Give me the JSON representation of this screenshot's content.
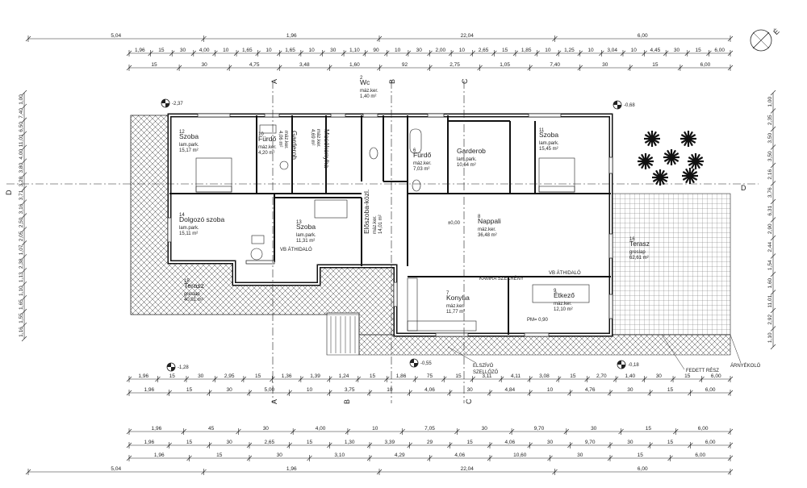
{
  "north_label": "É",
  "dims": {
    "top1": [
      "5,04",
      "1,96",
      "22,04",
      "6,00"
    ],
    "top2": [
      "1,96",
      "15",
      "30",
      "4,00",
      "10",
      "1,65",
      "10",
      "1,65",
      "10",
      "30",
      "1,10",
      "90",
      "10",
      "30",
      "2,00",
      "10",
      "2,65",
      "15",
      "1,85",
      "10",
      "1,25",
      "10",
      "3,04",
      "10",
      "4,45",
      "30",
      "15",
      "6,00"
    ],
    "top3": [
      "15",
      "30",
      "4,75",
      "3,48",
      "1,60",
      "92",
      "2,75",
      "1,05",
      "7,40",
      "30",
      "15",
      "6,00"
    ],
    "bottom1": [
      "1,96",
      "15",
      "30",
      "2,95",
      "15",
      "1,36",
      "1,39",
      "1,24",
      "15",
      "1,86",
      "75",
      "15",
      "3,11",
      "4,11",
      "3,08",
      "15",
      "2,70",
      "1,40",
      "30",
      "15",
      "6,00"
    ],
    "bottom2": [
      "1,96",
      "15",
      "30",
      "5,00",
      "10",
      "3,75",
      "10",
      "4,06",
      "30",
      "4,84",
      "10",
      "4,76",
      "30",
      "15",
      "6,00"
    ],
    "bottom3": [
      "1,96",
      "45",
      "30",
      "4,00",
      "10",
      "7,05",
      "30",
      "9,70",
      "30",
      "15",
      "6,00"
    ],
    "bottom4": [
      "1,96",
      "15",
      "30",
      "2,65",
      "15",
      "1,30",
      "3,39",
      "29",
      "15",
      "4,06",
      "30",
      "9,70",
      "30",
      "15",
      "6,00"
    ],
    "bottom5": [
      "1,96",
      "15",
      "30",
      "3,10",
      "4,29",
      "4,06",
      "10,60",
      "30",
      "15",
      "6,00"
    ],
    "bottom6": [
      "5,04",
      "1,96",
      "22,04",
      "6,00"
    ],
    "left": [
      "1,00",
      "7,40",
      "6,50",
      "11,01",
      "4,00",
      "3,80",
      "3,28",
      "3,71",
      "3,16",
      "2,50",
      "2,05",
      "1,07",
      "2,38",
      "1,13",
      "1,10",
      "1,65",
      "1,55",
      "1,16"
    ],
    "right": [
      "1,00",
      "2,35",
      "3,50",
      "3,50",
      "2,16",
      "3,76",
      "6,31",
      "2,90",
      "2,44",
      "1,54",
      "1,60",
      "11,01",
      "2,92",
      "1,10"
    ]
  },
  "levels": [
    "-2,37",
    "-0,68",
    "-1,28",
    "-0,55",
    "-0,18"
  ],
  "sections": [
    "A",
    "B",
    "C",
    "D"
  ],
  "rooms": [
    {
      "num": "12",
      "name": "Szoba",
      "floor": "lam.park.",
      "area": "15,17 m²"
    },
    {
      "num": "10",
      "name": "Fürdő",
      "floor": "máz.ker.",
      "area": "4,20 m²"
    },
    {
      "num": "",
      "name": "Garderob",
      "floor": "máz.ker.",
      "area": "4,06 m²"
    },
    {
      "num": "",
      "name": "Mosókonyha",
      "floor": "máz.ker.",
      "area": "4,69 m²"
    },
    {
      "num": "2",
      "name": "Wc",
      "floor": "máz.ker.",
      "area": "1,40 m²"
    },
    {
      "num": "6",
      "name": "Fürdő",
      "floor": "máz.ker.",
      "area": "7,03 m²"
    },
    {
      "num": "",
      "name": "Garderob",
      "floor": "lam.park.",
      "area": "10,64 m²"
    },
    {
      "num": "11",
      "name": "Szoba",
      "floor": "lam.park.",
      "area": "15,45 m²"
    },
    {
      "num": "14",
      "name": "Dolgozó szoba",
      "floor": "lam.park.",
      "area": "15,11 m²"
    },
    {
      "num": "13",
      "name": "Szoba",
      "floor": "lam.park.",
      "area": "11,31 m²"
    },
    {
      "num": "",
      "name": "Előszoba-közl.",
      "floor": "máz.ker.",
      "area": "14,01 m²"
    },
    {
      "num": "8",
      "name": "Nappali",
      "floor": "máz.ker.",
      "area": "36,48 m²"
    },
    {
      "num": "7",
      "name": "Konyha",
      "floor": "máz.ker.",
      "area": "11,77 m²"
    },
    {
      "num": "9",
      "name": "Étkező",
      "floor": "máz.ker.",
      "area": "12,10 m²"
    },
    {
      "num": "15",
      "name": "Terasz",
      "floor": "greslap",
      "area": "40,01 m²"
    },
    {
      "num": "16",
      "name": "Terasz",
      "floor": "greslap",
      "area": "62,61 m²"
    }
  ],
  "annotations": {
    "zero": "±0,00",
    "elszivo": "ELSZÍVÓ",
    "szellozo": "SZELLŐZŐ",
    "fedett": "FEDETT RÉSZ",
    "arnyekolo": "ÁRNYÉKOLÓ",
    "vb": "VB ÁTHIDALÓ",
    "kamra": "KAMRA SZEKRÉNY",
    "pm": "PM= 0,90"
  }
}
